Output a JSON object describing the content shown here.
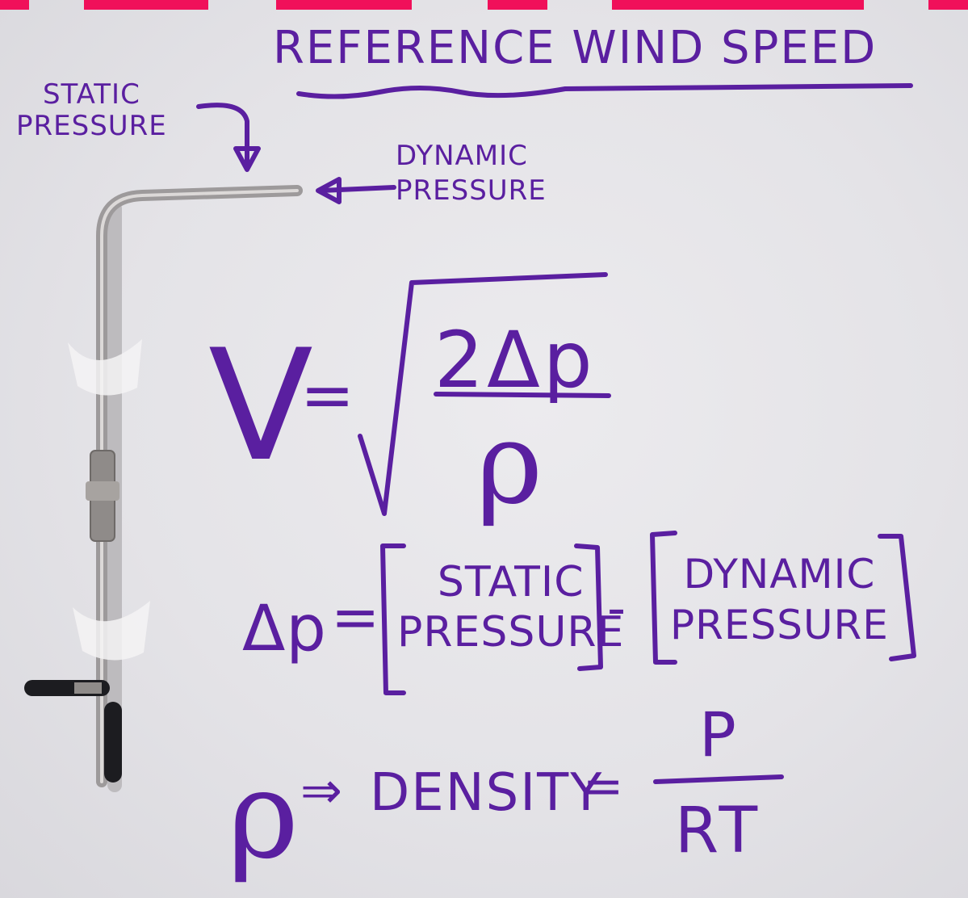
{
  "title": "Reference Wind Speed",
  "labels": {
    "static_line1": "Static",
    "static_line2": "Pressure",
    "dynamic_line1": "Dynamic",
    "dynamic_line2": "Pressure"
  },
  "velocity_formula": {
    "lhs": "V",
    "equals": "=",
    "numerator": "2Δp",
    "denominator": "ρ"
  },
  "delta_formula": {
    "lhs": "Δp",
    "equals": "=",
    "term1_line1": "Static",
    "term1_line2": "Pressure",
    "minus": "-",
    "term2_line1": "Dynamic",
    "term2_line2": "Pressure"
  },
  "density_formula": {
    "symbol": "ρ",
    "implies": "⇒",
    "word": "Density",
    "equals": "=",
    "numerator": "P",
    "denominator": "RT"
  },
  "colors": {
    "marker_purple": "#5a1fa0",
    "banner_red": "#f0105a",
    "board": "#e6e5e9",
    "probe_metal": "#a9a6a6"
  }
}
